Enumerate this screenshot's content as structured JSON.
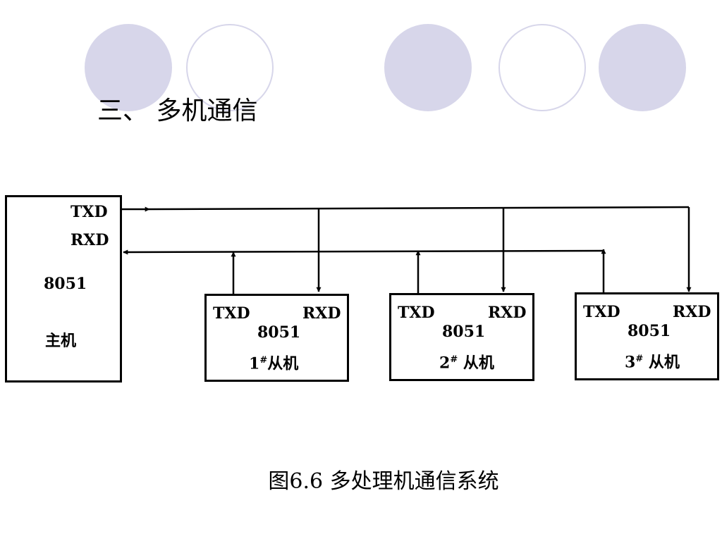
{
  "slide": {
    "heading": "三、 多机通信",
    "caption": "图6.6  多处理机通信系统"
  },
  "decoration": {
    "circle_fill_color": "#d7d6ea",
    "circles": [
      "filled",
      "hollow",
      "filled",
      "hollow",
      "filled"
    ]
  },
  "diagram": {
    "master": {
      "txd": "TXD",
      "rxd": "RXD",
      "chip": "8051",
      "role": "主机"
    },
    "slaves": [
      {
        "txd": "TXD",
        "rxd": "RXD",
        "chip": "8051",
        "num": "1",
        "mark": "#",
        "role": "从机"
      },
      {
        "txd": "TXD",
        "rxd": "RXD",
        "chip": "8051",
        "num": "2",
        "mark": "#",
        "role": " 从机"
      },
      {
        "txd": "TXD",
        "rxd": "RXD",
        "chip": "8051",
        "num": "3",
        "mark": "#",
        "role": " 从机"
      }
    ]
  }
}
